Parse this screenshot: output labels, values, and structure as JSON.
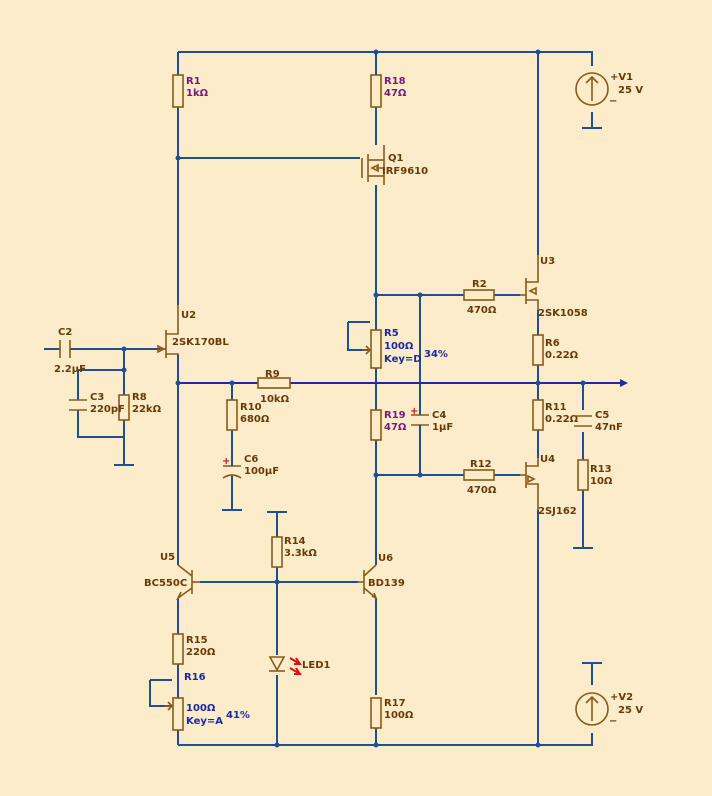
{
  "components": {
    "R1": {
      "name": "R1",
      "value": "1kΩ"
    },
    "R18": {
      "name": "R18",
      "value": "47Ω"
    },
    "Q1": {
      "name": "Q1",
      "model": "IRF9610"
    },
    "V1": {
      "name": "+V1",
      "value": "25 V",
      "minus": "−"
    },
    "U3": {
      "name": "U3",
      "model": "2SK1058"
    },
    "R2": {
      "name": "R2",
      "value": "470Ω"
    },
    "R6": {
      "name": "R6",
      "value": "0.22Ω"
    },
    "U2": {
      "name": "U2",
      "model": "2SK170BL"
    },
    "C2": {
      "name": "C2",
      "value": "2.2µF"
    },
    "R5": {
      "name": "R5",
      "value": "100Ω",
      "key": "Key=D",
      "percent": "34%"
    },
    "C3": {
      "name": "C3",
      "value": "220pF"
    },
    "R8": {
      "name": "R8",
      "value": "22kΩ"
    },
    "R9": {
      "name": "R9",
      "value": "10kΩ"
    },
    "R10": {
      "name": "R10",
      "value": "680Ω"
    },
    "R19": {
      "name": "R19",
      "value": "47Ω"
    },
    "C4": {
      "name": "C4",
      "value": "1µF",
      "plus": "+"
    },
    "R11": {
      "name": "R11",
      "value": "0.22Ω"
    },
    "C5": {
      "name": "C5",
      "value": "47nF"
    },
    "C6": {
      "name": "C6",
      "value": "100µF",
      "plus": "+"
    },
    "R12": {
      "name": "R12",
      "value": "470Ω"
    },
    "U4": {
      "name": "U4",
      "model": "2SJ162"
    },
    "R13": {
      "name": "R13",
      "value": "10Ω"
    },
    "R14": {
      "name": "R14",
      "value": "3.3kΩ"
    },
    "U5": {
      "name": "U5",
      "model": "BC550C"
    },
    "U6": {
      "name": "U6",
      "model": "BD139"
    },
    "R15": {
      "name": "R15",
      "value": "220Ω"
    },
    "LED1": {
      "name": "LED1"
    },
    "R16": {
      "name": "R16",
      "value": "100Ω",
      "key": "Key=A",
      "percent": "41%"
    },
    "R17": {
      "name": "R17",
      "value": "100Ω"
    },
    "V2": {
      "name": "+V2",
      "value": "25 V",
      "minus": "−"
    }
  },
  "colors": {
    "background": "#fdecc9",
    "wire": "#1f4f96",
    "part": "#8a5a1a",
    "arrow": "#e01010"
  }
}
